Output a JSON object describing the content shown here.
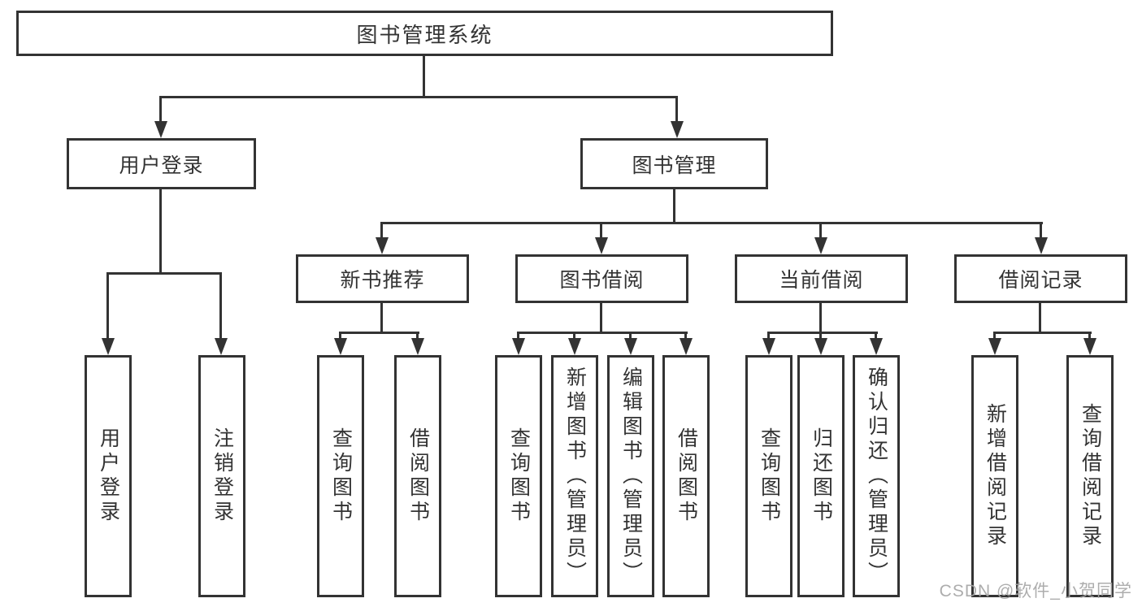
{
  "diagram_title": "图书管理系统",
  "colors": {
    "line": "#333333",
    "text": "#333333",
    "background": "#ffffff",
    "watermark": "#a4a4a4"
  },
  "watermark": {
    "text": "CSDN @软件_小贺同学"
  },
  "tree": {
    "label": "图书管理系统",
    "children": [
      {
        "label": "用户登录",
        "children": [
          {
            "label": "用户登录"
          },
          {
            "label": "注销登录"
          }
        ]
      },
      {
        "label": "图书管理",
        "children": [
          {
            "label": "新书推荐",
            "children": [
              {
                "label": "查询图书"
              },
              {
                "label": "借阅图书"
              }
            ]
          },
          {
            "label": "图书借阅",
            "children": [
              {
                "label": "查询图书"
              },
              {
                "label": "新增图书（管理员）"
              },
              {
                "label": "编辑图书（管理员）"
              },
              {
                "label": "借阅图书"
              }
            ]
          },
          {
            "label": "当前借阅",
            "children": [
              {
                "label": "查询图书"
              },
              {
                "label": "归还图书"
              },
              {
                "label": "确认归还（管理员）"
              }
            ]
          },
          {
            "label": "借阅记录",
            "children": [
              {
                "label": "新增借阅记录"
              },
              {
                "label": "查询借阅记录"
              }
            ]
          }
        ]
      }
    ]
  }
}
